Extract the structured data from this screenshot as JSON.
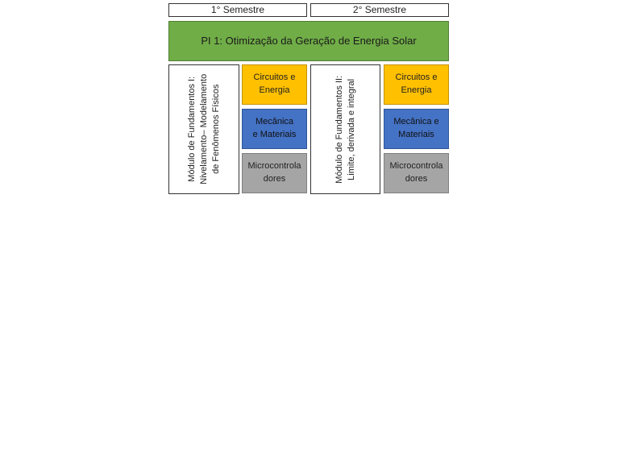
{
  "semesters": {
    "first": "1° Semestre",
    "second": "2° Semestre"
  },
  "project": {
    "title": "PI 1: Otimização da Geração de Energia Solar",
    "color": "#70ad47"
  },
  "modules": [
    {
      "line1": "Módulo de Fundamentos I:",
      "line2": "Nivelamento– Modelamento",
      "line3": "de Fenômenos Físicos"
    },
    {
      "line1": "Módulo de Fundamentos II:",
      "line2": "Limite, derivada e integral"
    }
  ],
  "topics": {
    "semester1": [
      {
        "line1": "Circuitos e",
        "line2": "Energia",
        "color": "#ffc000"
      },
      {
        "line1": "Mecânica",
        "line2": "e Materiais",
        "color": "#4472c4"
      },
      {
        "line1": "Microcontrola",
        "line2": "dores",
        "color": "#a5a5a5"
      }
    ],
    "semester2": [
      {
        "line1": "Circuitos e",
        "line2": "Energia",
        "color": "#ffc000"
      },
      {
        "line1": "Mecânica e",
        "line2": "Materiais",
        "color": "#4472c4"
      },
      {
        "line1": "Microcontrola",
        "line2": "dores",
        "color": "#a5a5a5"
      }
    ]
  }
}
